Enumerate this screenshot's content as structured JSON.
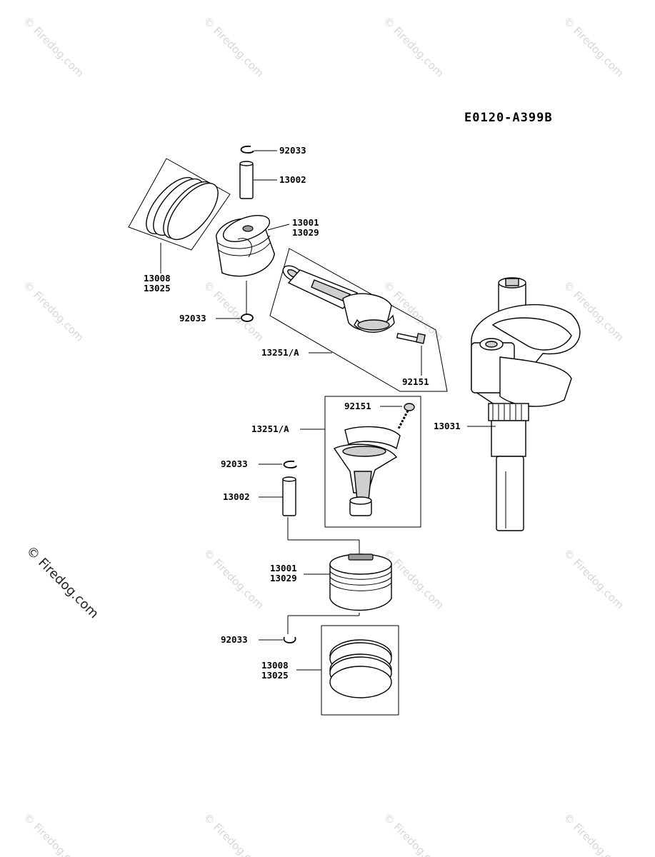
{
  "diagram_code": "E0120-A399B",
  "watermark": "© Firedog.com",
  "labels": {
    "upper_clip": "92033",
    "upper_pin": "13002",
    "upper_piston_a": "13001",
    "upper_piston_b": "13029",
    "upper_rings_a": "13008",
    "upper_rings_b": "13025",
    "upper_clip_lower": "92033",
    "upper_rod": "13251/A",
    "upper_bolt": "92151",
    "lower_bolt": "92151",
    "lower_rod": "13251/A",
    "crankshaft": "13031",
    "lower_clip": "92033",
    "lower_pin": "13002",
    "lower_piston_a": "13001",
    "lower_piston_b": "13029",
    "lower_clip_lower": "92033",
    "lower_rings_a": "13008",
    "lower_rings_b": "13025"
  }
}
